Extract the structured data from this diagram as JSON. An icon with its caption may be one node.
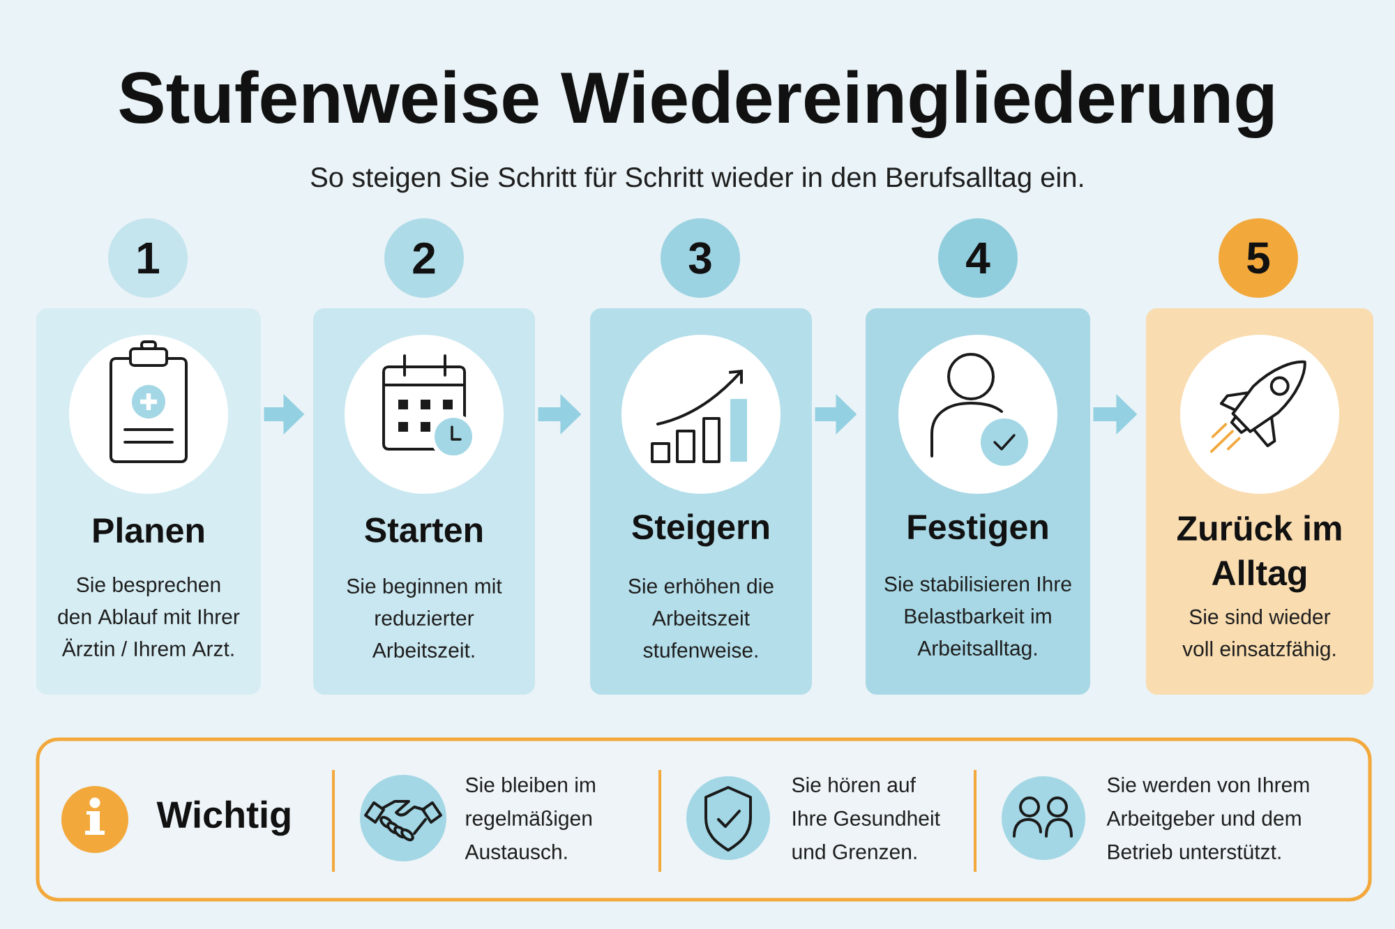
{
  "diagram": {
    "title": "Stufenweise Wiedereingliederung",
    "nodes": [
      {
        "text": [
          "1"
        ]
      },
      {
        "text": [
          "2"
        ]
      },
      {
        "text": [
          "3"
        ]
      },
      {
        "text": [
          "4"
        ]
      },
      {
        "text": [
          "5"
        ]
      },
      {
        "text": [
          "Planen",
          "Sie besprechen den Ablauf mit Ihrer Ärztin / Ihrem Arzt."
        ]
      },
      {
        "text": [
          "Starten",
          "Sie beginnen mit reduzierter Arbeitszeit."
        ]
      },
      {
        "text": [
          "Steigern",
          "Sie erhöhen die Arbeitszeit stufenweise."
        ]
      },
      {
        "text": [
          "Festigen",
          "Sie stabilisieren Ihre Belastbarkeit im Arbeitsalltag."
        ]
      },
      {
        "text": [
          "Zurück im Alltag",
          "Sie sind wieder voll einsatzfähig."
        ]
      },
      {
        "text": [
          "Wichtig",
          "Sie bleiben im regelmäßigen Austausch.",
          "Sie hören auf Ihre Gesundheit und Grenzen.",
          "Sie werden von Ihrem Arbeitgeber und dem Betrieb unterstützt."
        ]
      }
    ],
    "edges": [
      {
        "from": 5,
        "to": 6,
        "arrow": "to"
      },
      {
        "from": 6,
        "to": 7,
        "arrow": "to"
      },
      {
        "from": 7,
        "to": 8,
        "arrow": "to"
      },
      {
        "from": 8,
        "to": 9,
        "arrow": "to"
      }
    ],
    "labels": [
      "So steigen Sie Schritt für Schritt wieder in den Berufsalltag ein."
    ]
  }
}
